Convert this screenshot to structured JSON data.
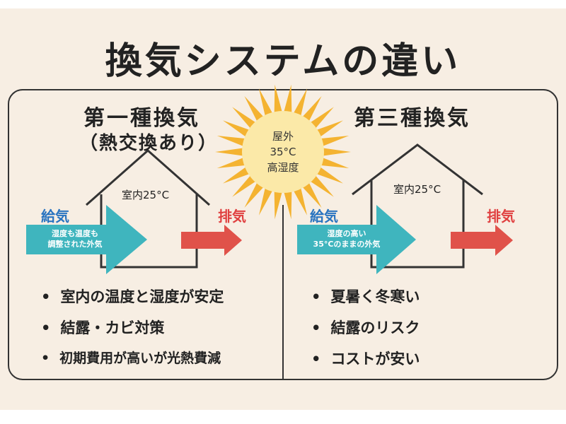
{
  "title": "換気システムの違い",
  "sun": {
    "line1": "屋外",
    "line2": "35°C",
    "line3": "高湿度"
  },
  "left": {
    "title": "第一種換気",
    "subtitle": "（熱交換あり）",
    "room_temp": "室内25°C",
    "supply_label": "給気",
    "exhaust_label": "排気",
    "arrow_text_line1": "湿度も温度も",
    "arrow_text_line2": "調整された外気",
    "bullets": [
      "室内の温度と湿度が安定",
      "結露・カビ対策",
      "初期費用が高いが光熱費減"
    ]
  },
  "right": {
    "title": "第三種換気",
    "room_temp": "室内25°C",
    "supply_label": "給気",
    "exhaust_label": "排気",
    "arrow_text_line1": "湿度の高い",
    "arrow_text_line2": "35°Cのままの外気",
    "bullets": [
      "夏暑く冬寒い",
      "結露のリスク",
      "コストが安い"
    ]
  },
  "colors": {
    "background": "#f7eee3",
    "supply_arrow": "#3fb5be",
    "exhaust_arrow": "#e0524a",
    "supply_label": "#2a74c0",
    "exhaust_label": "#e04040",
    "sun_core": "#fbe9a8",
    "sun_rays": "#f4b331"
  }
}
